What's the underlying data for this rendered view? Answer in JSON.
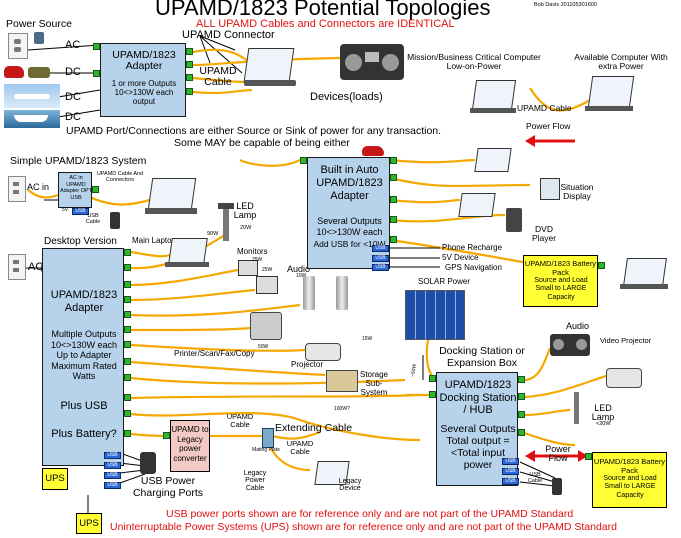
{
  "title": "UPAMD/1823 Potential Topologies",
  "author": "Bob Davis 201105301600",
  "subtitle": "ALL UPAMD Cables and Connectors are IDENTICAL",
  "top_section": {
    "power_source": "Power Source",
    "ac": "AC",
    "dc1": "DC",
    "dc2": "DC",
    "dc3": "DC",
    "adapter_title": "UPAMD/1823 Adapter",
    "adapter_lines": "1 or more Outputs 10<>130W each output",
    "connector": "UPAMD Connector",
    "cable": "UPAMD Cable",
    "devices": "Devices(loads)",
    "mission_computer": "Mission/Business Critical Computer Low-on-Power",
    "available_computer": "Available Computer With extra Power",
    "upamd_cable_right": "UPAMD Cable",
    "power_flow": "Power Flow",
    "port_note_1": "UPAMD Port/Connections are either Source or Sink of power for any transaction.",
    "port_note_2": "Some MAY be capable of being either"
  },
  "simple_system": {
    "title": "Simple UPAMD/1823 System",
    "ac_in": "AC in",
    "adapter_text": "AC in UPAMD Adapter OPT USB",
    "cable_label": "UPAMD Cable And Connectors",
    "usb_cable": "USB Cable",
    "port_5v": "5V",
    "usb": "USB"
  },
  "desktop": {
    "version_label": "Desktop Version",
    "ac": "AC",
    "main_laptop": "Main Laptop",
    "led_lamp": "LED Lamp",
    "led_watts": "20W",
    "lamp_90w": "90W",
    "monitors": "Monitors",
    "monitor_w1": "25W",
    "monitor_w2": "25W",
    "audio": "Audio",
    "audio_w": "10W",
    "printer": "Printer/Scan/Fax/Copy",
    "printer_w": "50W",
    "projector": "Projector",
    "projector_w": "15W",
    "storage": "Storage Sub-System",
    "storage_w": "100W?",
    "adapter_title": "UPAMD/1823 Adapter",
    "adapter_lines": "Multiple Outputs 10<>130W each Up to Adapter Maximum Rated Watts",
    "plus_usb": "Plus USB",
    "plus_battery": "Plus Battery?",
    "ups": "UPS",
    "usb_charging": "USB Power Charging Ports",
    "legacy_converter": "UPAMD to Legacy power converter",
    "upamd_cable": "UPAMD Cable",
    "mating_plate": "Mating Plate",
    "extending_cable": "Extending Cable",
    "upamd_cable_2": "UPAMD Cable",
    "legacy_power_cable": "Legacy Power Cable",
    "legacy_device": "Legacy Device"
  },
  "auto": {
    "title": "Built in Auto UPAMD/1823 Adapter",
    "lines": "Several Outputs 10<>130W each",
    "add_usb": "Add USB for <10W",
    "phone": "Phone Recharge",
    "sv_device": "5V Device",
    "gps": "GPS Navigation",
    "situation_display": "Situation Display",
    "dvd_player": "DVD Player"
  },
  "battery_pack": {
    "title": "UPAMD/1823 Battery Pack",
    "lines": "Source and Load Small to LARGE Capacity"
  },
  "docking": {
    "solar": "SOLAR Power",
    "label": "Docking Station or Expansion Box",
    "title": "UPAMD/1823 Docking Station / HUB",
    "lines": "Several Outputs Total output = <Total input power",
    "audio": "Audio",
    "video_projector": "Video Projector",
    "led_lamp": "LED Lamp",
    "led_w": "<20W",
    "power_flow": "Power Flow",
    "usb_cable": "USB Cable",
    "solar_w": "~50W"
  },
  "battery_pack_2": {
    "title": "UPAMD/1823 Battery Pack",
    "lines": "Source and Load Small to LARGE Capacity"
  },
  "footer": {
    "ups_label": "UPS",
    "note_1": "USB power ports shown are for reference only and are not part of the UPAMD Standard",
    "note_2": "Uninterruptable Power Systems (UPS) shown are for reference only and are not part of the UPAMD Standard"
  },
  "colors": {
    "adapter_fill": "#b7d3ec",
    "cable": "#f5a800",
    "port": "#2fb52f",
    "usb": "#2d67d6",
    "battery": "#ffff33",
    "converter": "#f2c9c4",
    "red_text": "#e01010",
    "flow_arrow": "#e01010"
  }
}
